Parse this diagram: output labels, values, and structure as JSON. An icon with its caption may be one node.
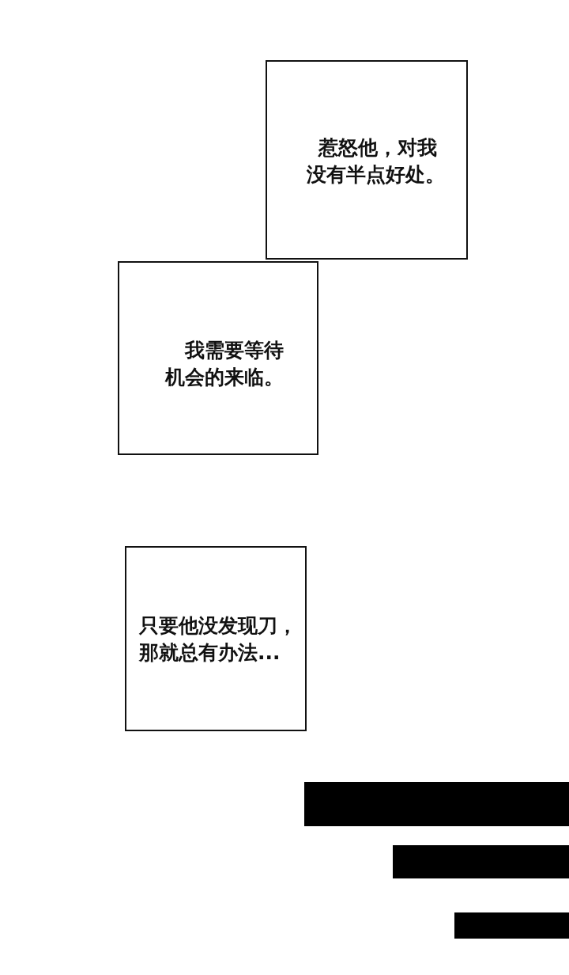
{
  "diagram": {
    "nodes": [
      {
        "text": [
          "惹怒他，对我没有半点好处。"
        ]
      },
      {
        "text": [
          "我需要等待机会的来临。"
        ]
      },
      {
        "text": [
          "只要他没发现刀，那就总有办法..."
        ]
      },
      {
        "text": [],
        "shape": "bar"
      },
      {
        "text": [],
        "shape": "bar"
      },
      {
        "text": [],
        "shape": "bar"
      }
    ]
  }
}
